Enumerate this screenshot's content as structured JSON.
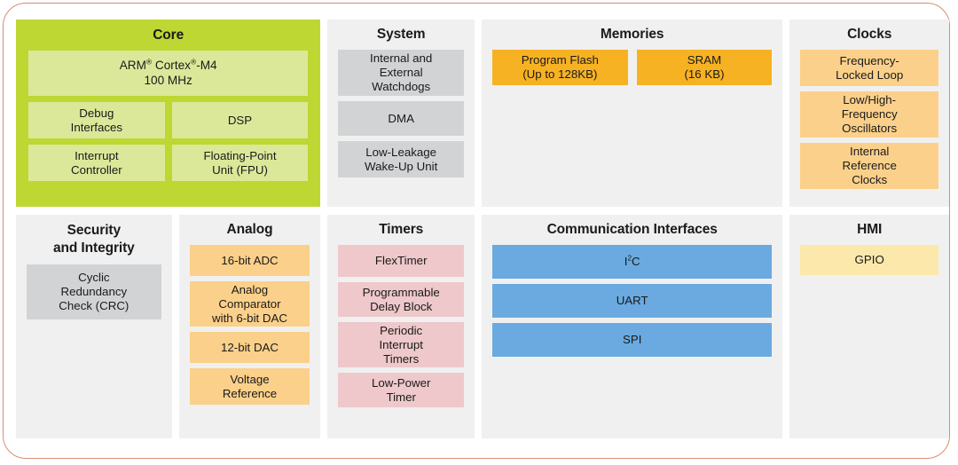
{
  "diagram": {
    "frame_border_color": "#d98d72",
    "panel_background": "#f0f0f0",
    "sections": {
      "core": {
        "title": "Core",
        "panel_color": "#bed733",
        "block_color": "#dbe89a",
        "cpu": "ARM® Cortex®-M4 100 MHz",
        "cpu_line1_prefix": "ARM",
        "cpu_line1_mid": " Cortex",
        "cpu_line1_suffix": "-M4",
        "cpu_line2": "100 MHz",
        "reg_mark": "®",
        "blocks": [
          {
            "label": "Debug\nInterfaces",
            "line1": "Debug",
            "line2": "Interfaces"
          },
          {
            "label": "DSP",
            "line1": "DSP",
            "line2": ""
          },
          {
            "label": "Interrupt\nController",
            "line1": "Interrupt",
            "line2": "Controller"
          },
          {
            "label": "Floating-Point\nUnit (FPU)",
            "line1": "Floating-Point",
            "line2": "Unit (FPU)"
          }
        ]
      },
      "system": {
        "title": "System",
        "block_color": "#d2d3d5",
        "blocks": [
          {
            "line1": "Internal and",
            "line2": "External",
            "line3": "Watchdogs"
          },
          {
            "line1": "DMA",
            "line2": "",
            "line3": ""
          },
          {
            "line1": "Low-Leakage",
            "line2": "Wake-Up Unit",
            "line3": ""
          }
        ]
      },
      "memories": {
        "title": "Memories",
        "block_color": "#f7b223",
        "blocks": [
          {
            "line1": "Program Flash",
            "line2": "(Up to 128KB)"
          },
          {
            "line1": "SRAM",
            "line2": "(16 KB)"
          }
        ]
      },
      "clocks": {
        "title": "Clocks",
        "block_color": "#fbd08a",
        "blocks": [
          {
            "line1": "Frequency-",
            "line2": "Locked Loop",
            "line3": ""
          },
          {
            "line1": "Low/High-",
            "line2": "Frequency",
            "line3": "Oscillators"
          },
          {
            "line1": "Internal",
            "line2": "Reference",
            "line3": "Clocks"
          }
        ]
      },
      "security": {
        "title_line1": "Security",
        "title_line2": "and Integrity",
        "block_color": "#d2d3d5",
        "blocks": [
          {
            "line1": "Cyclic",
            "line2": "Redundancy",
            "line3": "Check (CRC)"
          }
        ]
      },
      "analog": {
        "title": "Analog",
        "block_color": "#fbd08a",
        "blocks": [
          {
            "line1": "16-bit ADC",
            "line2": "",
            "line3": ""
          },
          {
            "line1": "Analog",
            "line2": "Comparator",
            "line3": "with 6-bit DAC"
          },
          {
            "line1": "12-bit DAC",
            "line2": "",
            "line3": ""
          },
          {
            "line1": "Voltage",
            "line2": "Reference",
            "line3": ""
          }
        ]
      },
      "timers": {
        "title": "Timers",
        "block_color": "#eec8ca",
        "blocks": [
          {
            "line1": "FlexTimer",
            "line2": "",
            "line3": ""
          },
          {
            "line1": "Programmable",
            "line2": "Delay Block",
            "line3": ""
          },
          {
            "line1": "Periodic",
            "line2": "Interrupt",
            "line3": "Timers"
          },
          {
            "line1": "Low-Power",
            "line2": "Timer",
            "line3": ""
          }
        ]
      },
      "communication": {
        "title": "Communication Interfaces",
        "block_color": "#6aaae0",
        "blocks": [
          {
            "label": "I²C",
            "base": "I",
            "sup": "2",
            "tail": "C"
          },
          {
            "label": "UART",
            "base": "UART",
            "sup": "",
            "tail": ""
          },
          {
            "label": "SPI",
            "base": "SPI",
            "sup": "",
            "tail": ""
          }
        ]
      },
      "hmi": {
        "title": "HMI",
        "block_color": "#fde8ac",
        "blocks": [
          {
            "line1": "GPIO"
          }
        ]
      }
    }
  }
}
